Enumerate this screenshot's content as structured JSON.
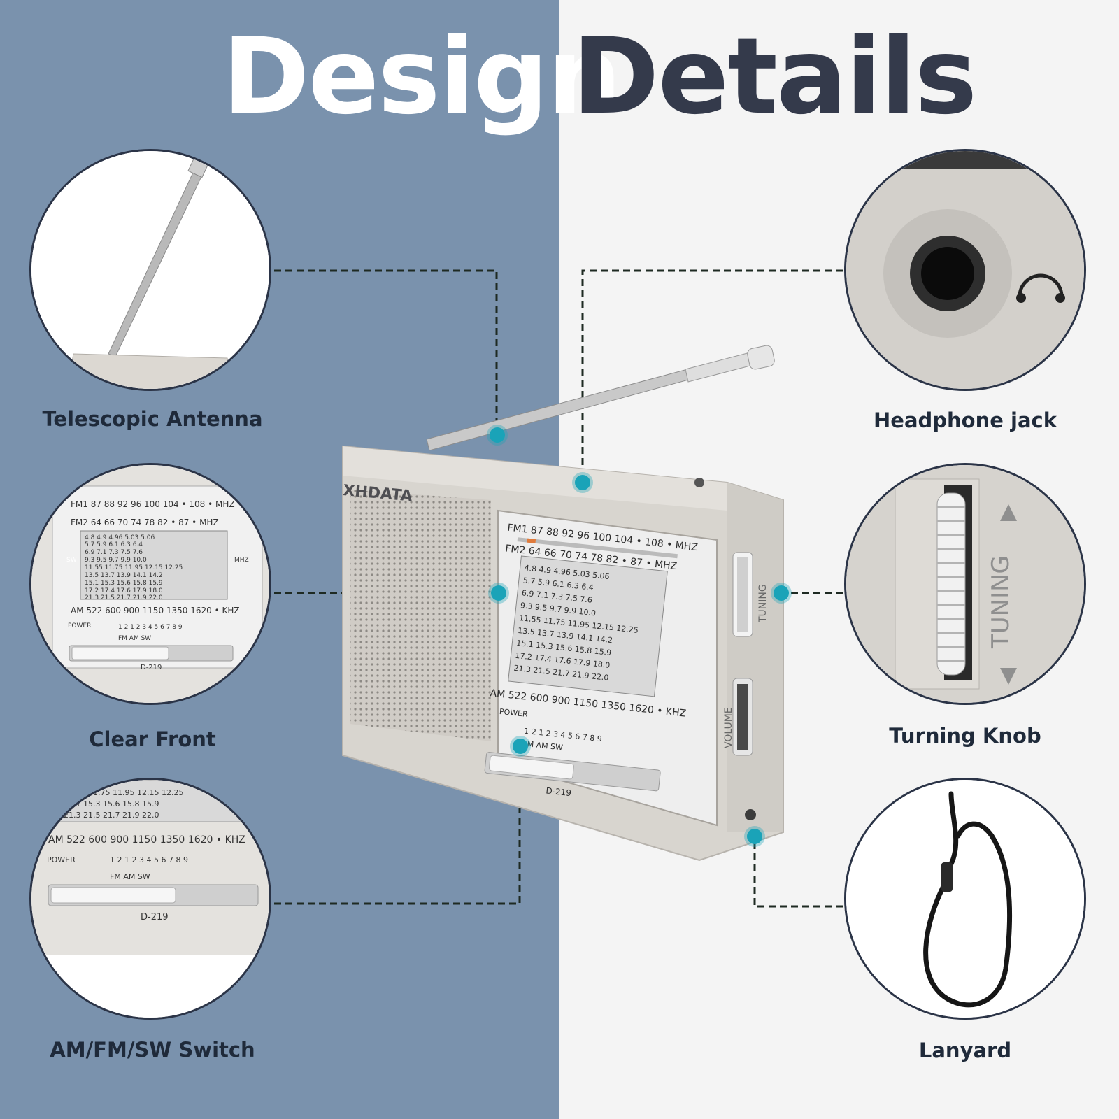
{
  "header": {
    "title_left": "Design",
    "title_right": "Details"
  },
  "colors": {
    "left_bg": "#7a92ad",
    "right_bg": "#f4f4f4",
    "title_left": "#ffffff",
    "title_right": "#343a4b",
    "marker": "#1aa3b8",
    "leader_line": "#1e2a22"
  },
  "features": {
    "antenna": {
      "label": "Telescopic Antenna"
    },
    "front": {
      "label": "Clear Front"
    },
    "switch": {
      "label": "AM/FM/SW Switch"
    },
    "headphone": {
      "label": "Headphone jack"
    },
    "tuning": {
      "label": "Turning Knob"
    },
    "lanyard": {
      "label": "Lanyard"
    }
  },
  "radio": {
    "brand": "XHDATA",
    "model": "D-219",
    "fm1": "FM1 87 88 92 96 100 104 • 108 • MHZ",
    "fm2": "FM2 64 66 70 74 78 82 • 87 • MHZ",
    "am": "AM 522 600 900 1150 1350 1620 • KHZ",
    "power": "POWER",
    "band_numbers": "1 2  1 2 3 4 5 6 7 8 9",
    "band_labels": "FM AM    SW",
    "sw_badge": "SW",
    "mhz_badge": "MHZ",
    "volume": "VOLUME",
    "tuning": "TUNING",
    "sw_rows": [
      "4.8  4.9  4.96  5.03  5.06",
      "5.7  5.9  6.1  6.3  6.4",
      "6.9  7.1  7.3  7.5  7.6",
      "9.3  9.5  9.7  9.9  10.0",
      "11.55  11.75  11.95  12.15  12.25",
      "13.5  13.7  13.9  14.1  14.2",
      "15.1  15.3  15.6  15.8  15.9",
      "17.2  17.4  17.6  17.9  18.0",
      "21.3  21.5  21.7  21.9  22.0"
    ]
  }
}
